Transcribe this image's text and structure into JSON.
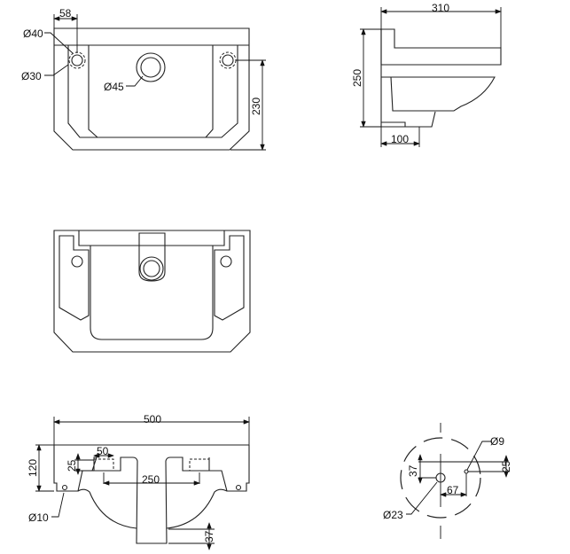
{
  "top_view": {
    "d_tap_hole": "Ø40",
    "d_hole": "Ø30",
    "d_waste": "Ø45",
    "hole_offset": "58",
    "depth": "230"
  },
  "side_view": {
    "width": "310",
    "height": "250",
    "base_depth": "100"
  },
  "back_view": {},
  "front_section": {
    "width": "500",
    "height": "120",
    "slot_width": "50",
    "slot_height": "25",
    "slot_spacing": "250",
    "fix_hole": "Ø10",
    "pedestal_drop": "37"
  },
  "fixing_detail": {
    "d_bolt": "Ø9",
    "d_waste": "Ø23",
    "vertical_offset": "37",
    "horizontal_offset": "67",
    "top_offset": "25"
  }
}
